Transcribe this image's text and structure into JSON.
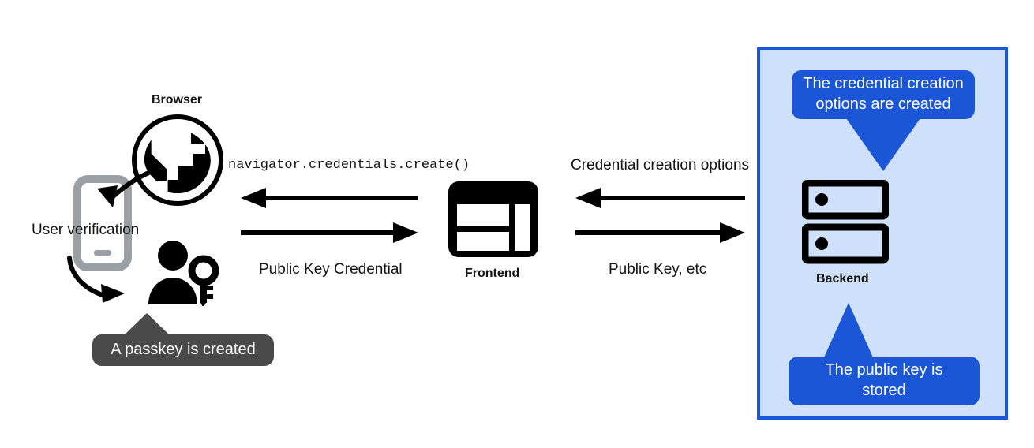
{
  "diagram": {
    "title_absent": true,
    "background_color": "#ffffff"
  },
  "client_side": {
    "browser": {
      "label": "Browser",
      "icon": "globe-icon"
    },
    "device": {
      "icon": "mobile-phone-icon",
      "color": "#9aa0a6"
    },
    "user_verification_label": "User verification",
    "user": {
      "icon": "user-with-key-icon"
    },
    "passkey_callout": {
      "text": "A passkey is created",
      "color": "#4a4a4a",
      "text_color": "#ffffff"
    }
  },
  "frontend": {
    "label": "Frontend",
    "icon": "browser-window-layout-icon"
  },
  "backend": {
    "label": "Backend",
    "icon": "server-rack-icon",
    "panel_fill": "#cfe0fb",
    "panel_border": "#1a56d6",
    "callout_top": {
      "line1": "The credential creation",
      "line2": "options are created",
      "color": "#1a56d6",
      "text_color": "#ffffff"
    },
    "callout_bottom": {
      "line1": "The public key is",
      "line2": "stored",
      "color": "#1a56d6",
      "text_color": "#ffffff"
    }
  },
  "flows": {
    "browser_frontend": {
      "top_label": "navigator.credentials.create()",
      "top_direction": "left",
      "bottom_label": "Public Key Credential",
      "bottom_direction": "right"
    },
    "frontend_backend": {
      "top_label": "Credential creation options",
      "top_direction": "left",
      "bottom_label": "Public Key, etc",
      "bottom_direction": "right"
    }
  }
}
